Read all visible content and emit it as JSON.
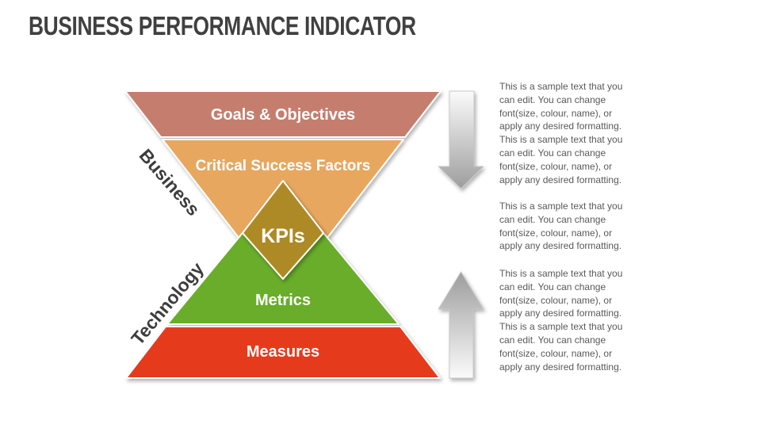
{
  "title": "BUSINESS PERFORMANCE INDICATOR",
  "colors": {
    "title_text": "#404040",
    "body_text": "#595959",
    "side_label": "#3d3d3d",
    "arrow_light": "#fbfbfb",
    "arrow_dark": "#9d9d9d"
  },
  "diagram": {
    "bands": [
      {
        "id": "goals",
        "label": "Goals & Objectives",
        "color": "#C57E6E"
      },
      {
        "id": "csf",
        "label": "Critical Success Factors",
        "color": "#E7A75F"
      },
      {
        "id": "kpis",
        "label": "KPIs",
        "color": "#AE8A25"
      },
      {
        "id": "metrics",
        "label": "Metrics",
        "color": "#69AD2B"
      },
      {
        "id": "measures",
        "label": "Measures",
        "color": "#E53A1B"
      }
    ],
    "side_labels": [
      {
        "id": "business",
        "label": "Business"
      },
      {
        "id": "technology",
        "label": "Technology"
      }
    ],
    "arrows": [
      {
        "id": "down-arrow",
        "direction": "down"
      },
      {
        "id": "up-arrow",
        "direction": "up"
      }
    ]
  },
  "text_blocks": [
    {
      "text": "This is a sample text that you\ncan edit. You can change\nfont(size, colour, name), or\napply any desired formatting.\nThis is a sample text that you\ncan edit. You can change\nfont(size, colour, name), or\napply any desired formatting."
    },
    {
      "text": "This is a sample text that you\ncan edit. You can change\nfont(size, colour, name), or\napply any desired formatting."
    },
    {
      "text": "This is a sample text that you\ncan edit. You can change\nfont(size, colour, name), or\napply any desired formatting.\nThis is a sample text that you\ncan edit. You can change\nfont(size, colour, name), or\napply any desired formatting."
    }
  ]
}
